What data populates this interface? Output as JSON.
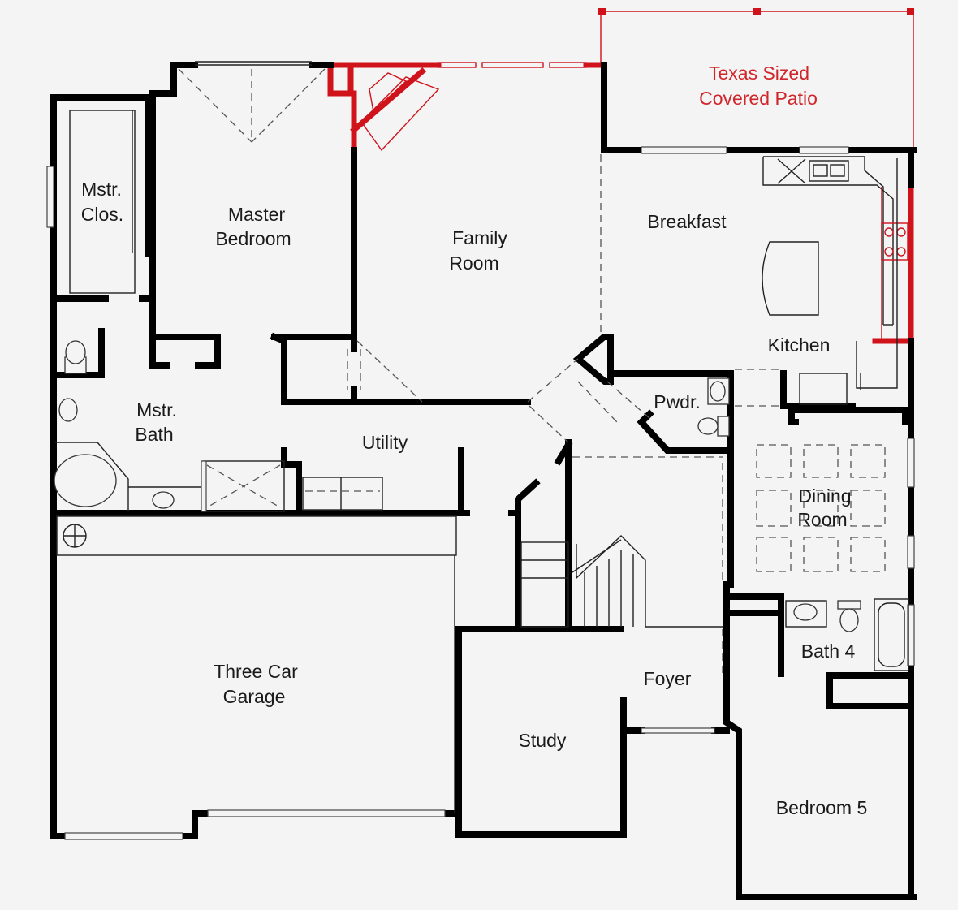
{
  "floor_plan": {
    "rooms": {
      "covered_patio": {
        "line1": "Texas Sized",
        "line2": "Covered Patio"
      },
      "master_closet": {
        "line1": "Mstr.",
        "line2": "Clos."
      },
      "master_bedroom": {
        "line1": "Master",
        "line2": "Bedroom"
      },
      "family_room": {
        "line1": "Family",
        "line2": "Room"
      },
      "breakfast": "Breakfast",
      "kitchen": "Kitchen",
      "powder": "Pwdr.",
      "master_bath": {
        "line1": "Mstr.",
        "line2": "Bath"
      },
      "utility": "Utility",
      "dining_room": {
        "line1": "Dining",
        "line2": "Room"
      },
      "three_car_garage": {
        "line1": "Three Car",
        "line2": "Garage"
      },
      "study": "Study",
      "foyer": "Foyer",
      "bath_4": "Bath 4",
      "bedroom_5": "Bedroom 5"
    },
    "colors": {
      "wall": "#000000",
      "highlight": "#d0121b",
      "label_highlight": "#d0262b",
      "background": "#f4f4f4"
    }
  }
}
